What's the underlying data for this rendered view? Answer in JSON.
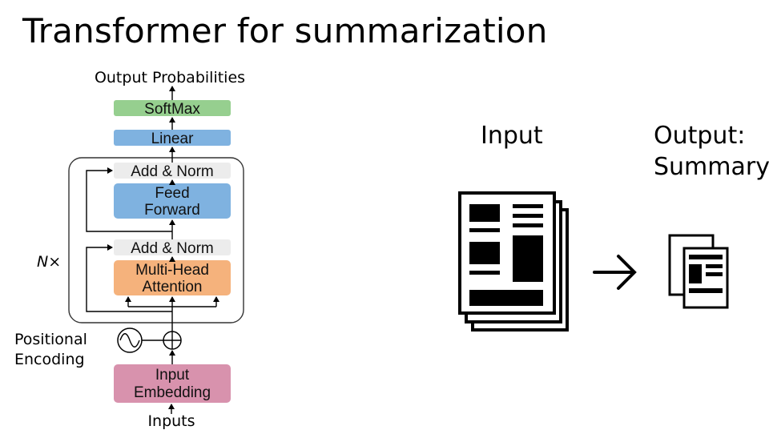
{
  "title": "Transformer for summarization",
  "architecture": {
    "output_label": "Output Probabilities",
    "softmax": "SoftMax",
    "linear": "Linear",
    "add_norm_top": "Add & Norm",
    "feed_forward_1": "Feed",
    "feed_forward_2": "Forward",
    "add_norm_bottom": "Add & Norm",
    "attention_1": "Multi-Head",
    "attention_2": "Attention",
    "repeat_label": "N×",
    "positional_1": "Positional",
    "positional_2": "Encoding",
    "embedding_1": "Input",
    "embedding_2": "Embedding",
    "inputs_label": "Inputs"
  },
  "summary_side": {
    "input_label": "Input",
    "output_label_1": "Output:",
    "output_label_2": "Summary"
  },
  "colors": {
    "softmax": "#96cf8f",
    "linear": "#7fb2e0",
    "add_norm": "#ececec",
    "feed_forward": "#7fb2e0",
    "attention": "#f5b27c",
    "embedding": "#d892ad"
  }
}
